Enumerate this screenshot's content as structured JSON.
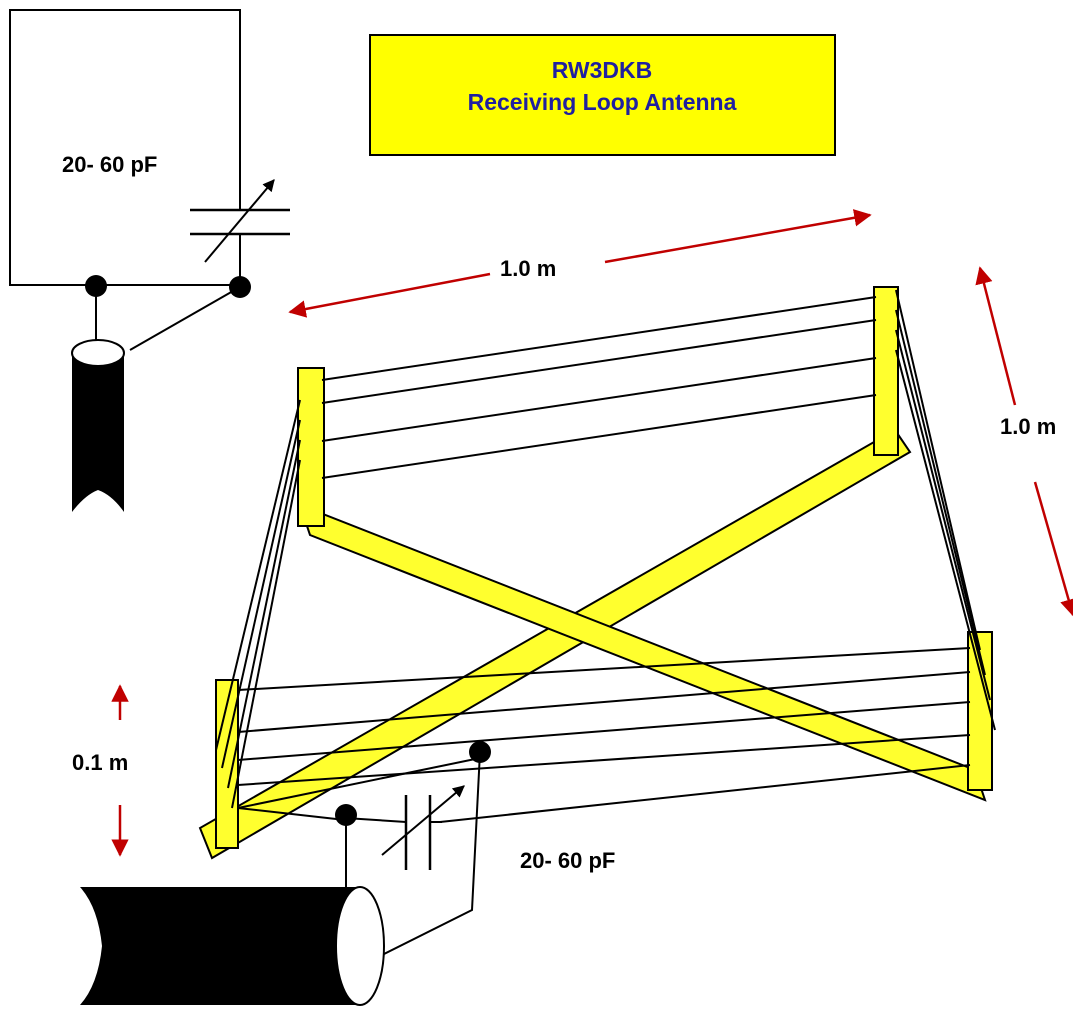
{
  "title": {
    "line1": "RW3DKB",
    "line2": "Receiving Loop Antenna"
  },
  "labels": {
    "top_capacitor": "20- 60 pF",
    "bottom_capacitor": "20- 60 pF",
    "width": "1.0 m",
    "depth": "1.0 m",
    "height": "0.1 m"
  },
  "colors": {
    "frame_yellow": "#ffff2e",
    "title_box": "#ffff00",
    "title_text": "#2020a0",
    "dimension_arrow": "#c00000",
    "ink": "#000000"
  }
}
